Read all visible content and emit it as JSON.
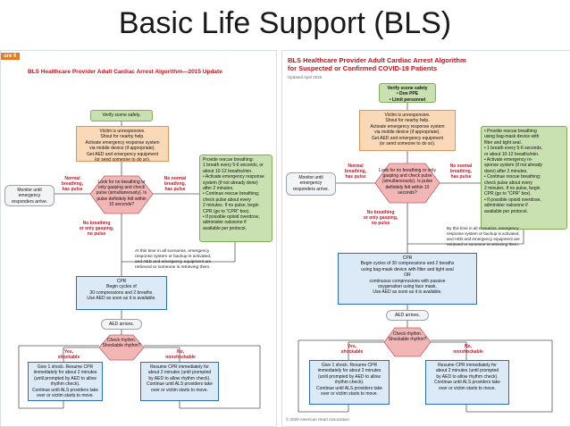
{
  "slide_title": "Basic Life Support (BLS)",
  "left": {
    "fig_tag": "ure 6",
    "heading": "BLS Healthcare Provider Adult Cardiac Arrest Algorithm—2015 Update",
    "verify": "Verify scene safety.",
    "unresponsive": "Victim is unresponsive.\nShout for nearby help.\nActivate emergency response system\nvia mobile device (if appropriate).\nGet AED and emergency equipment\n(or send someone to do so).",
    "check": "Look for no breathing\nor only gasping and check\npulse (simultaneously).\nIs pulse definitely felt\nwithin 10 seconds?",
    "normal_label": "Normal\nbreathing,\nhas pulse",
    "no_normal_label": "No normal\nbreathing,\nhas pulse",
    "monitor": "Monitor until\nemergency\nresponders arrive.",
    "rescue": "Provide rescue breathing:\n1 breath every 5-6 seconds, or\nabout 10-12 breaths/min.\n• Activate emergency response\nsystem (if not already done)\nafter 2 minutes.\n• Continue rescue breathing;\ncheck pulse about every\n2 minutes. If no pulse, begin\nCPR (go to \"CPR\" box).\n• If possible opioid overdose,\nadminister naloxone if\navailable per protocol.",
    "no_breathing_label": "No breathing\nor only gasping,\nno pulse",
    "activation": "At this time in all scenarios, emergency\nresponse system or backup is activated,\nand AED and emergency equipment are\nretrieved or someone is retrieving them.",
    "cpr": "CPR\nBegin cycles of\n30 compressions and 2 breaths.\nUse AED as soon as it is available.",
    "aed": "AED arrives.",
    "rhythm": "Check rhythm.\nShockable rhythm?",
    "yes_label": "Yes,\nshockable",
    "no_label": "No,\nnonshockable",
    "shock": "Give 1 shock. Resume CPR\nimmediately for about 2 minutes\n(until prompted by AED to allow\nrhythm check).\nContinue until ALS providers take\nover or victim starts to move.",
    "resume": "Resume CPR immediately for\nabout 2 minutes (until prompted\nby AED to allow rhythm check).\nContinue until ALS providers take\nover or victim starts to move."
  },
  "right": {
    "heading_line1": "BLS Healthcare Provider Adult Cardiac Arrest Algorithm",
    "heading_line2": "for Suspected or Confirmed COVID-19 Patients",
    "updated": "Updated April 2020",
    "verify": "Verify scene safety\n• Don PPE\n• Limit personnel",
    "unresponsive": "Victim is unresponsive.\nShout for nearby help.\nActivate emergency response system\nvia mobile device (if appropriate).\nGet AED and emergency equipment\n(or send someone to do so).",
    "check": "Look for no breathing\nor only gasping and check\npulse (simultaneously).\nIs pulse definitely felt\nwithin 10 seconds?",
    "normal_label": "Normal\nbreathing,\nhas pulse",
    "no_normal_label": "No normal\nbreathing,\nhas pulse",
    "monitor": "Monitor until\nemergency\nresponders arrive.",
    "rescue": "• Provide rescue breathing\nusing bag-mask device with\nfilter and tight seal.\n• 1 breath every 5-6 seconds,\nor about 10-12 breaths/min.\n• Activate emergency re-\nsponse system (if not already\ndone) after 2 minutes.\n• Continue rescue breathing;\ncheck pulse about every\n2 minutes. If no pulse, begin\nCPR (go to \"CPR\" box).\n• If possible opioid overdose,\nadminister naloxone if\navailable per protocol.",
    "no_breathing_label": "No breathing\nor only gasping,\nno pulse",
    "activation": "By this time in all scenarios, emergency\nresponse system or backup is activated,\nand AED and emergency equipment are\nretrieved or someone is retrieving them.",
    "cpr": "CPR\nBegin cycles of 30 compressions and 2 breaths\nusing bag-mask device with filter and tight seal\nOR\ncontinuous compressions with passive\noxygenation using face mask.\nUse AED as soon as it is available.",
    "aed": "AED arrives.",
    "rhythm": "Check rhythm.\nShockable rhythm?",
    "yes_label": "Yes,\nshockable",
    "no_label": "No,\nnonshockable",
    "shock": "Give 1 shock. Resume CPR\nimmediately for about 2 minutes\n(until prompted by AED to allow\nrhythm check).\nContinue until ALS providers take\nover or victim starts to move.",
    "resume": "Resume CPR immediately for\nabout 2 minutes (until prompted\nby AED to allow rhythm check).\nContinue until ALS providers take\nover or victim starts to move.",
    "copyright": "© 2020 American Heart Association"
  },
  "colors": {
    "green_fill": "#c9e0b0",
    "orange_fill": "#fad9b8",
    "decision_fill": "#f2b6b6",
    "blue_fill": "#dce9f6",
    "label_red": "#b21f2d",
    "heading_red": "#c8101a"
  }
}
